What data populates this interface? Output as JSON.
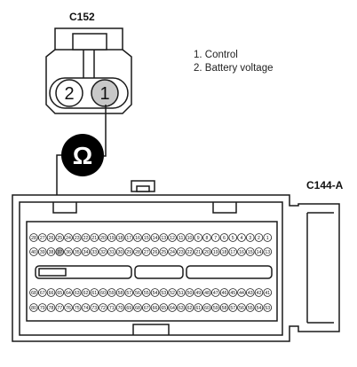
{
  "labels": {
    "c152": "C152",
    "c144a": "C144-A",
    "ohm": "Ω"
  },
  "legend": [
    "1. Control",
    "2. Battery voltage"
  ],
  "c152_pins": [
    {
      "number": "2",
      "fill": "#ffffff"
    },
    {
      "number": "1",
      "fill": "#c8c8c8"
    }
  ],
  "c144_rows": [
    [
      "28",
      "27",
      "26",
      "25",
      "24",
      "23",
      "22",
      "21",
      "20",
      "19",
      "18",
      "17",
      "16",
      "15",
      "14",
      "13",
      "12",
      "11",
      "10",
      "9",
      "8",
      "7",
      "6",
      "5",
      "4",
      "3",
      "2",
      "1"
    ],
    [
      "40",
      "39",
      "38",
      "37",
      "36",
      "35",
      "34",
      "33",
      "32",
      "31",
      "30",
      "29",
      "28",
      "27",
      "26",
      "25",
      "24",
      "23",
      "22",
      "21",
      "20",
      "19",
      "18",
      "17",
      "16",
      "15",
      "14",
      "13"
    ],
    [
      "68",
      "67",
      "66",
      "65",
      "64",
      "63",
      "62",
      "61",
      "60",
      "59",
      "58",
      "57",
      "56",
      "55",
      "54",
      "53",
      "52",
      "51",
      "50",
      "49",
      "48",
      "47",
      "46",
      "45",
      "44",
      "43",
      "42",
      "41"
    ],
    [
      "80",
      "79",
      "78",
      "77",
      "76",
      "75",
      "74",
      "73",
      "72",
      "71",
      "70",
      "69",
      "68",
      "67",
      "66",
      "65",
      "64",
      "63",
      "62",
      "61",
      "60",
      "59",
      "58",
      "57",
      "56",
      "55",
      "54",
      "53"
    ]
  ],
  "colors": {
    "line": "#1a1a1a",
    "pin_highlight": "#b4b4b4",
    "ohm_bg": "#000000"
  }
}
